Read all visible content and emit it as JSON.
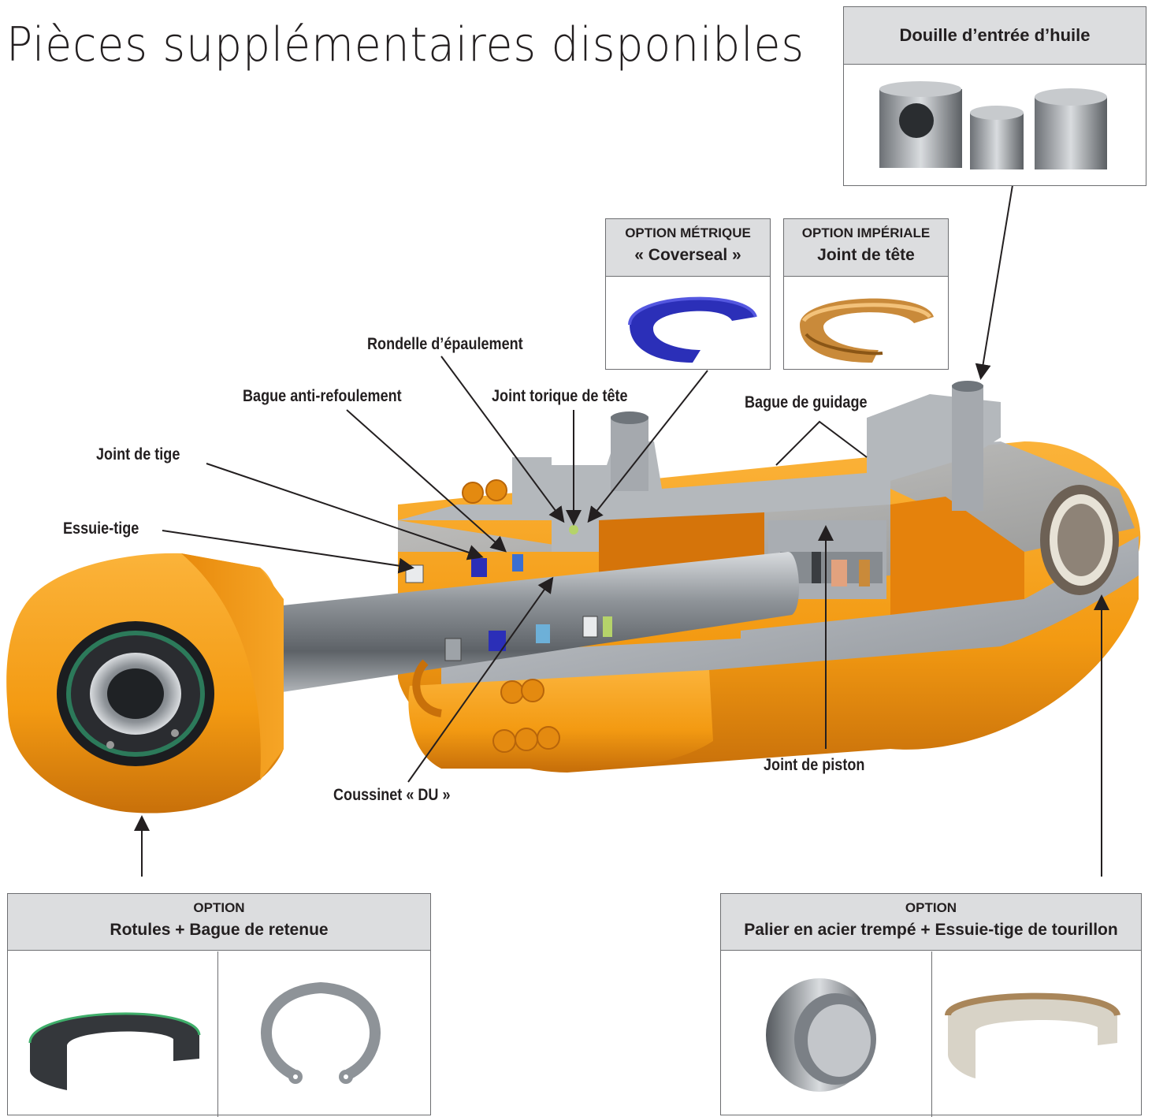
{
  "title": "Pièces supplémentaires disponibles",
  "boxes": {
    "oil_inlet": {
      "title": "Douille d’entrée d’huile"
    },
    "metric": {
      "line1": "OPTION MÉTRIQUE",
      "line2": "« Coverseal »"
    },
    "imperial": {
      "line1": "OPTION IMPÉRIALE",
      "line2": "Joint de tête"
    },
    "ball": {
      "line1": "OPTION",
      "line2": "Rotules + Bague de retenue"
    },
    "bearing": {
      "line1": "OPTION",
      "line2": "Palier en acier trempé + Essuie-tige de tourillon"
    }
  },
  "labels": {
    "shoulder_washer": "Rondelle d’épaulement",
    "backup_ring": "Bague anti-refoulement",
    "head_oring": "Joint torique de tête",
    "wear_ring": "Bague de guidage",
    "rod_seal": "Joint de tige",
    "wiper": "Essuie-tige",
    "du_bushing": "Coussinet « DU »",
    "piston_seal": "Joint de piston"
  },
  "colors": {
    "body": "#f39c12",
    "body_dark": "#c8700a",
    "steel": "#9ea3a8",
    "steel_dark": "#6f757b",
    "seal_blue": "#2b2fb8",
    "seal_bronze": "#c98a3a",
    "header_gray": "#dcdddf"
  }
}
